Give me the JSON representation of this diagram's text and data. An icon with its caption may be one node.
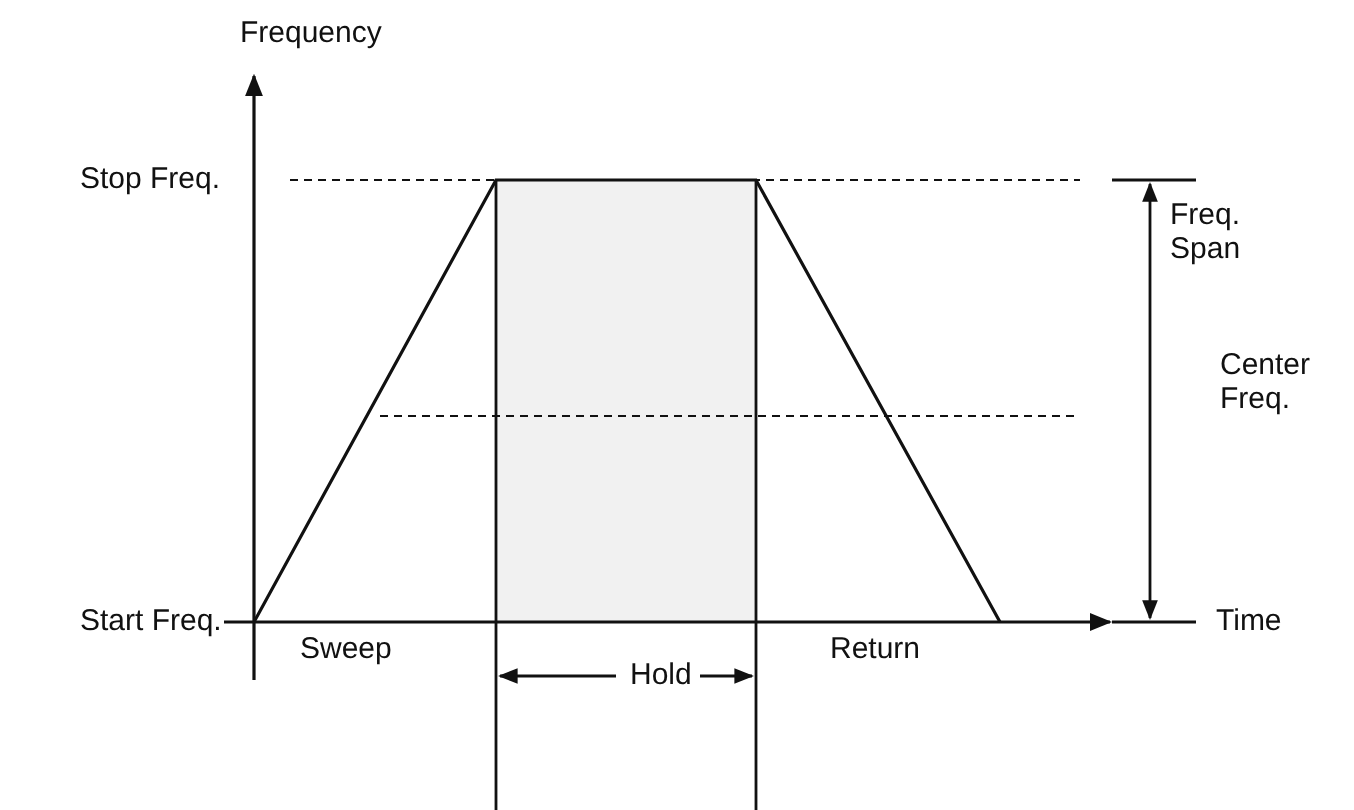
{
  "diagram": {
    "labels": [
      "Frequency",
      "Stop Freq.",
      "Freq. Span",
      "Center Freq.",
      "Start Freq.",
      "Time",
      "Sweep",
      "Hold",
      "Return"
    ]
  }
}
